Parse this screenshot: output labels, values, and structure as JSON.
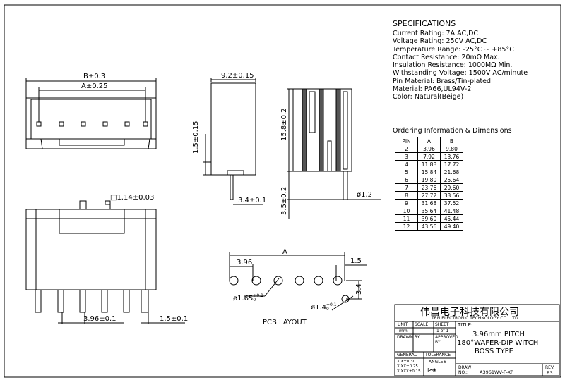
{
  "specifications": {
    "heading": "SPECIFICATIONS",
    "lines": [
      "Current Rating:  7A AC,DC",
      "Voltage Rating:  250V AC,DC",
      "Temperature Range:  -25°C ~ +85°C",
      "Contact Resistance:  20mΩ Max.",
      "Insulation Resistance:  1000MΩ Min.",
      "Withstanding Voltage:  1500V AC/minute",
      "Pin Material:  Brass/Tin-plated",
      "Material:  PA66,UL94V-2",
      "Color:  Natural(Beige)"
    ]
  },
  "ordering": {
    "title": "Ordering Information & Dimensions",
    "headers": [
      "PIN",
      "A",
      "B"
    ],
    "rows": [
      [
        "2",
        "3.96",
        "9.80"
      ],
      [
        "3",
        "7.92",
        "13.76"
      ],
      [
        "4",
        "11.88",
        "17.72"
      ],
      [
        "5",
        "15.84",
        "21.68"
      ],
      [
        "6",
        "19.80",
        "25.64"
      ],
      [
        "7",
        "23.76",
        "29.60"
      ],
      [
        "8",
        "27.72",
        "33.56"
      ],
      [
        "9",
        "31.68",
        "37.52"
      ],
      [
        "10",
        "35.64",
        "41.48"
      ],
      [
        "11",
        "39.60",
        "45.44"
      ],
      [
        "12",
        "43.56",
        "49.40"
      ]
    ]
  },
  "dimensions": {
    "front_b": "B±0.3",
    "front_a": "A±0.25",
    "side_width": "9.2±0.15",
    "side_height": "1.5±0.15",
    "side_pin": "3.4±0.1",
    "profile_height": "15.8±0.2",
    "profile_pin": "3.5±0.2",
    "pin_dia": "ø1.2",
    "pin_square": "□1.14±0.03",
    "pitch": "3.96±0.1",
    "pin_offset": "1.5±0.1",
    "pcb_a": "A",
    "pcb_pitch": "3.96",
    "pcb_edge": "1.5",
    "pcb_vert": "3.4",
    "pcb_hole": "ø1.65",
    "pcb_hole_tol_plus": "+0.1",
    "pcb_hole_tol_minus": "0",
    "pcb_boss": "ø1.4",
    "pcb_boss_tol_plus": "+0.1",
    "pcb_boss_tol_minus": "0",
    "pcb_label": "PCB LAYOUT"
  },
  "title_block": {
    "company_cn": "伟昌电子科技有限公司",
    "company_en": "TRN ELECTRONIC TECHNOLOGY CO., LTD",
    "unit_label": "UNIT",
    "unit_value": "mm",
    "scale_label": "SCALE",
    "sheet_label": "SHEET",
    "sheet_value": "1 of 1",
    "title_label": "TITLE:",
    "title_lines": [
      "3.96mm PITCH",
      "180°WAFER-DIP WITCH",
      "BOSS TYPE"
    ],
    "drawn_by": "DRAWN BY",
    "approved_by": "APPROVED BY",
    "general": "GENERAL",
    "tolerance": "TOLERANCE",
    "tol_lines": [
      "X.X±0.30",
      "X.XX±0.25",
      "X.XXX±0.15"
    ],
    "angle": "ANGLE±",
    "draw_no_label": "DRAW NO.:",
    "draw_no": "A3961WV-F-XP",
    "rev_label": "REV.",
    "rev": "B3"
  }
}
